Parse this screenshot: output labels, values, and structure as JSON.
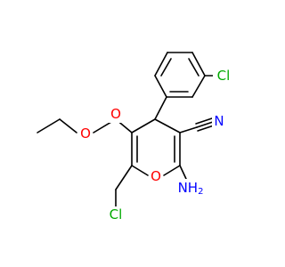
{
  "molecule": {
    "atoms": {
      "carbonyl_o": {
        "symbol": "O",
        "color": "#ff0000"
      },
      "ester_o": {
        "symbol": "O",
        "color": "#ff0000"
      },
      "ring_o": {
        "symbol": "O",
        "color": "#ff0000"
      },
      "aryl_cl": {
        "symbol": "Cl",
        "color": "#00aa00"
      },
      "alkyl_cl": {
        "symbol": "Cl",
        "color": "#00aa00"
      },
      "nitrile_n": {
        "symbol": "N",
        "color": "#0000ff"
      },
      "amino": {
        "symbol": "NH",
        "subscript": "2",
        "color": "#0000ff"
      }
    }
  }
}
